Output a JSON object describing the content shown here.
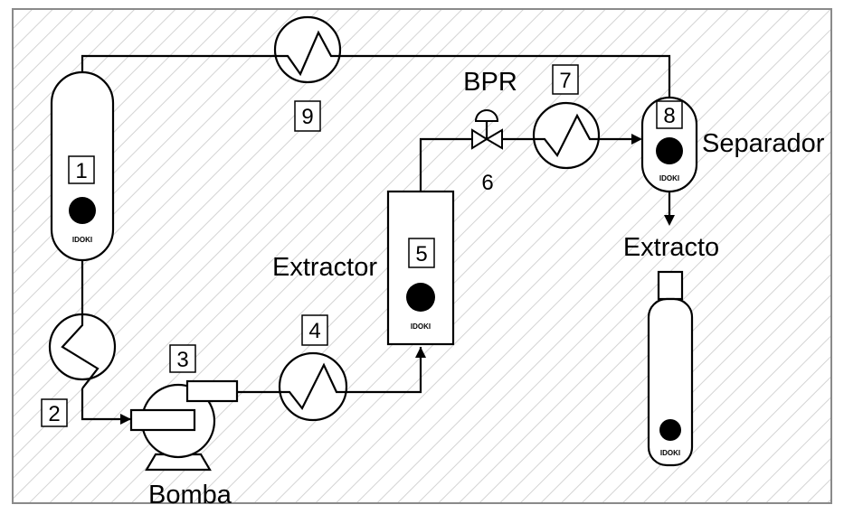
{
  "labels": {
    "separator": "Separador",
    "extract": "Extracto",
    "extractor": "Extractor",
    "pump": "Bomba",
    "bpr": "BPR"
  },
  "numbers": {
    "n1": "1",
    "n2": "2",
    "n3": "3",
    "n4": "4",
    "n5": "5",
    "n6": "6",
    "n7": "7",
    "n8": "8",
    "n9": "9"
  },
  "brand": {
    "tank1": "IDOKI",
    "extractor": "IDOKI",
    "separator": "IDOKI",
    "bottle": "IDOKI"
  }
}
